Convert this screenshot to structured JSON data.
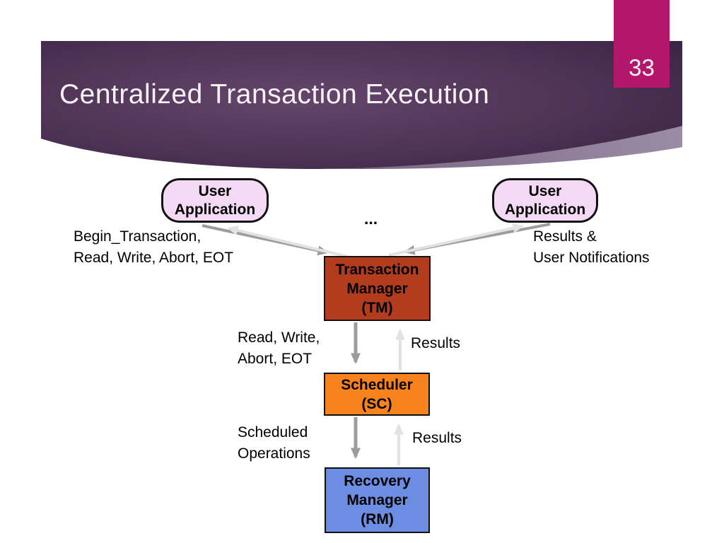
{
  "slide": {
    "page_number": "33",
    "title": "Centralized Transaction Execution",
    "accent_color": "#b2176c",
    "header_purple_dark": "#33203f",
    "header_purple_light": "#64466a",
    "header_swoosh_color": "#9b8ca6"
  },
  "diagram": {
    "nodes": {
      "user_app_left": "User\nApplication",
      "user_app_right": "User\nApplication",
      "transaction_manager": "Transaction\nManager\n(TM)",
      "scheduler": "Scheduler\n(SC)",
      "recovery_manager": "Recovery\nManager\n(RM)"
    },
    "ellipsis": "...",
    "edge_labels": {
      "begin_transaction": "Begin_Transaction,\nRead, Write, Abort, EOT",
      "results_notifications": "Results &\nUser Notifications",
      "read_write_abort_eot": "Read, Write,\nAbort, EOT",
      "results_tm_sc": "Results",
      "scheduled_operations": "Scheduled\nOperations",
      "results_sc_rm": "Results"
    },
    "colors": {
      "user_app_fill": "#f4d9f4",
      "transaction_manager_fill": "#b23c1e",
      "scheduler_fill": "#f8831c",
      "recovery_manager_fill": "#6c8de1",
      "arrow_downstream": "#9c9c9c",
      "arrow_upstream": "#e2e2e2"
    }
  }
}
